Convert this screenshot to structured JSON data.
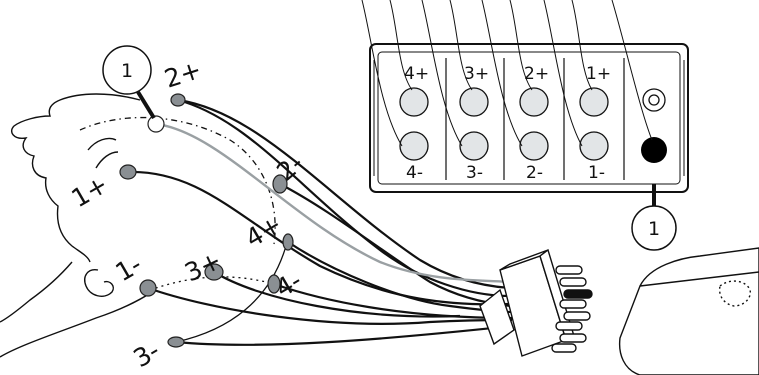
{
  "labels": {
    "e2p": "2+",
    "e2m": "2-",
    "e1p": "1+",
    "e1m": "1-",
    "e3p": "3+",
    "e3m": "3-",
    "e4p": "4+",
    "e4m": "4-",
    "callout_ref": "1"
  },
  "socket_labels": {
    "top": [
      "4+",
      "3+",
      "2+",
      "1+"
    ],
    "bottom": [
      "4-",
      "3-",
      "2-",
      "1-"
    ]
  },
  "colors": {
    "line": "#111111",
    "electrode": "#8a8f93",
    "socket_fill": "#e2e5e7",
    "gray_lead": "#9aa0a3",
    "ground_socket": "#000000"
  }
}
